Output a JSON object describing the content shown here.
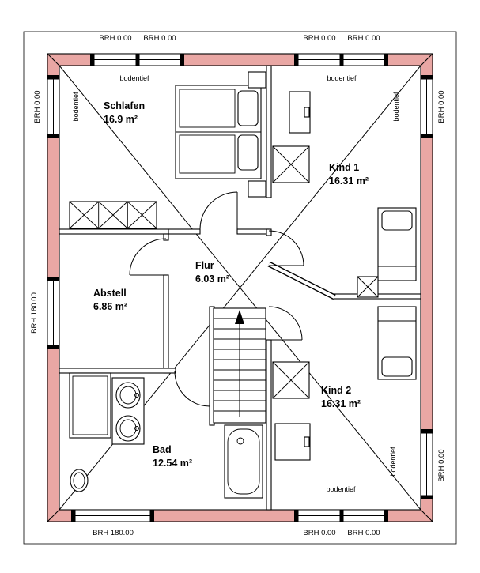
{
  "document": {
    "type": "floor-plan"
  },
  "colors": {
    "wall_fill": "#e9a7a4",
    "line": "#000000",
    "background": "#ffffff"
  },
  "rooms": [
    {
      "name": "Schlafen",
      "area": "16.9 m²"
    },
    {
      "name": "Kind 1",
      "area": "16.31 m²"
    },
    {
      "name": "Flur",
      "area": "6.03 m²"
    },
    {
      "name": "Abstell",
      "area": "6.86 m²"
    },
    {
      "name": "Kind 2",
      "area": "16.31 m²"
    },
    {
      "name": "Bad",
      "area": "12.54 m²"
    }
  ],
  "sill_labels": {
    "top": [
      "BRH 0.00",
      "BRH 0.00",
      "BRH 0.00",
      "BRH 0.00"
    ],
    "bottom": [
      "BRH 180.00",
      "BRH 0.00",
      "BRH 0.00"
    ],
    "left": [
      "BRH 0.00",
      "BRH 180.00"
    ],
    "right": [
      "BRH 0.00",
      "BRH 0.00"
    ]
  },
  "window_notes": {
    "top_left": "bodentief",
    "top_right": "bodentief",
    "left": "bodentief",
    "right_top": "bodentief",
    "right_bottom": "bodentief",
    "bottom_right": "bodentief"
  }
}
